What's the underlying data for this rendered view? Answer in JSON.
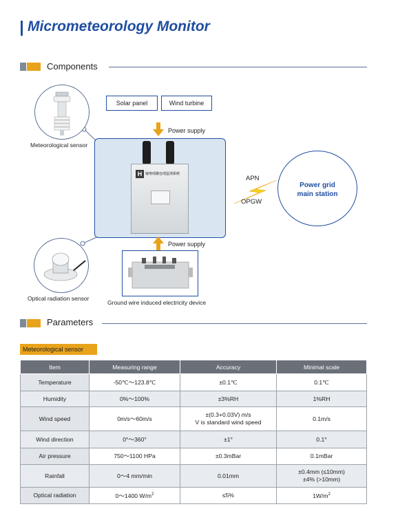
{
  "page": {
    "title": "Micrometeorology Monitor"
  },
  "sections": {
    "components": "Components",
    "parameters": "Parameters"
  },
  "diagram": {
    "meteorological_sensor": "Meteorological sensor",
    "optical_radiation_sensor": "Optical radiation sensor",
    "solar_panel": "Solar panel",
    "wind_turbine": "Wind turbine",
    "power_supply_top": "Power supply",
    "power_supply_bottom": "Power supply",
    "ground_wire_device": "Ground wire induced electricity device",
    "apn": "APN",
    "opgw": "OPGW",
    "station_line1": "Power grid",
    "station_line2": "main station",
    "cabinet_label": "输电线路在线监测系统"
  },
  "table": {
    "tag": "Meteorological sensor",
    "headers": [
      "Item",
      "Measuring range",
      "Accuracy",
      "Minimal scale"
    ],
    "rows": [
      {
        "item": "Temperature",
        "range": "-50℃～123.8℃",
        "accuracy": "±0.1℃",
        "scale": "0.1℃"
      },
      {
        "item": "Humidity",
        "range": "0%～100%",
        "accuracy": "±3%RH",
        "scale": "1%RH"
      },
      {
        "item": "Wind speed",
        "range": "0m/s～60m/s",
        "accuracy": "±(0.3+0.03V) m/s",
        "accuracy2": "V is standard wind speed",
        "scale": "0.1m/s"
      },
      {
        "item": "Wind direction",
        "range": "0°～360°",
        "accuracy": "±1°",
        "scale": "0.1°"
      },
      {
        "item": "Air pressure",
        "range": "750～1100 HPa",
        "accuracy": "±0.3mBar",
        "scale": "0.1mBar"
      },
      {
        "item": "Rainfall",
        "range": "0～4 mm/min",
        "accuracy": "0.01mm",
        "scale": "±0.4mm (≤10mm)",
        "scale2": "±4% (>10mm)"
      },
      {
        "item": "Optical radiation",
        "range": "0～1400 W/m",
        "range_sup": "2",
        "accuracy": "≤5%",
        "scale": "1W/m",
        "scale_sup": "2"
      }
    ]
  },
  "colors": {
    "brand_blue": "#1f4ea1",
    "accent_orange": "#e9a31b",
    "header_gray": "#6b7078"
  }
}
